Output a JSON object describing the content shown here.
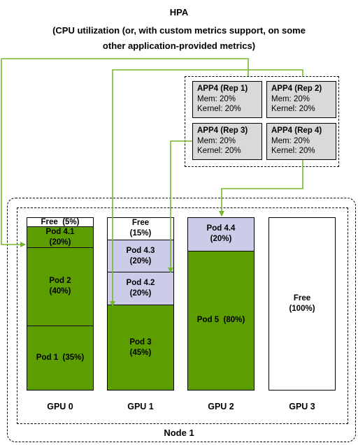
{
  "hpa": {
    "title": "HPA",
    "subtitle_line1": "(CPU utilization (or, with custom metrics support, on some",
    "subtitle_line2": "other application-provided metrics)"
  },
  "replicas": [
    {
      "title": "APP4 (Rep 1)",
      "mem": "Mem:  20%",
      "kernel": "Kernel:  20%"
    },
    {
      "title": "APP4 (Rep 2)",
      "mem": "Mem:  20%",
      "kernel": "Kernel:  20%"
    },
    {
      "title": "APP4 (Rep 3)",
      "mem": "Mem:  20%",
      "kernel": "Kernel:  20%"
    },
    {
      "title": "APP4 (Rep 4)",
      "mem": "Mem:  20%",
      "kernel": "Kernel:  20%"
    }
  ],
  "gpus": [
    {
      "label": "GPU 0",
      "segments": [
        {
          "name": "Free",
          "pct": "(5%)",
          "inline": true,
          "share": 5,
          "color": "white"
        },
        {
          "name": "Pod 4.1",
          "pct": "(20%)",
          "share": 12,
          "color": "green"
        },
        {
          "name": "Pod 2",
          "pct": "(40%)",
          "share": 45.5,
          "color": "green"
        },
        {
          "name": "Pod 1",
          "pct": "(35%)",
          "inline": true,
          "share": 37.5,
          "color": "green"
        }
      ]
    },
    {
      "label": "GPU 1",
      "segments": [
        {
          "name": "Free",
          "pct": "(15%)",
          "share": 12.5,
          "color": "white"
        },
        {
          "name": "Pod 4.3",
          "pct": "(20%)",
          "share": 19,
          "color": "lavender"
        },
        {
          "name": "Pod 4.2",
          "pct": "(20%)",
          "share": 19,
          "color": "lavender"
        },
        {
          "name": "Pod 3",
          "pct": "(45%)",
          "share": 49.5,
          "color": "green"
        }
      ]
    },
    {
      "label": "GPU 2",
      "segments": [
        {
          "name": "Pod 4.4",
          "pct": "(20%)",
          "share": 19,
          "color": "lavender"
        },
        {
          "name": "Pod 5",
          "pct": "(80%)",
          "inline": true,
          "share": 81,
          "color": "green"
        }
      ]
    },
    {
      "label": "GPU 3",
      "segments": [
        {
          "name": "Free",
          "pct": "(100%)",
          "share": 100,
          "color": "white"
        }
      ]
    }
  ],
  "node": {
    "label": "Node 1"
  },
  "colors": {
    "green": "#5c9e00",
    "lavender": "#cccce8",
    "arrow": "#76b82a",
    "rep_fill": "#d9d9d9"
  }
}
